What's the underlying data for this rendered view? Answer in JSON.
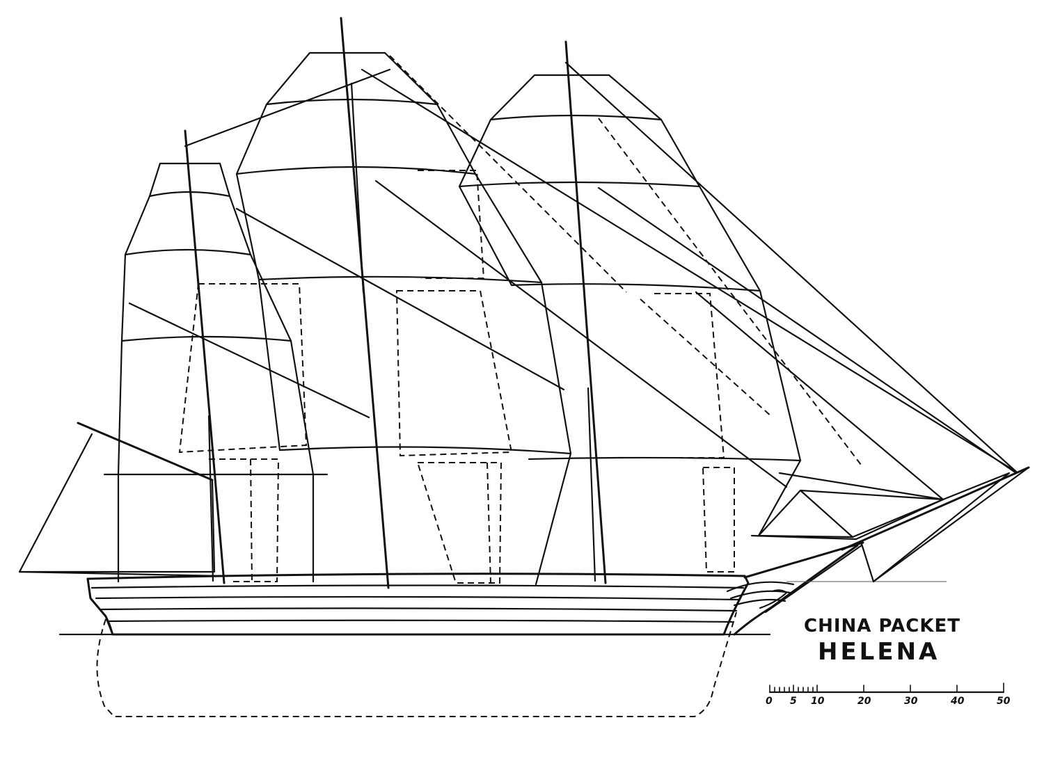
{
  "title": {
    "line1": "CHINA PACKET",
    "line2": "HELENA"
  },
  "scale": {
    "labels": [
      "0",
      "5",
      "10",
      "20",
      "30",
      "40",
      "50"
    ]
  }
}
